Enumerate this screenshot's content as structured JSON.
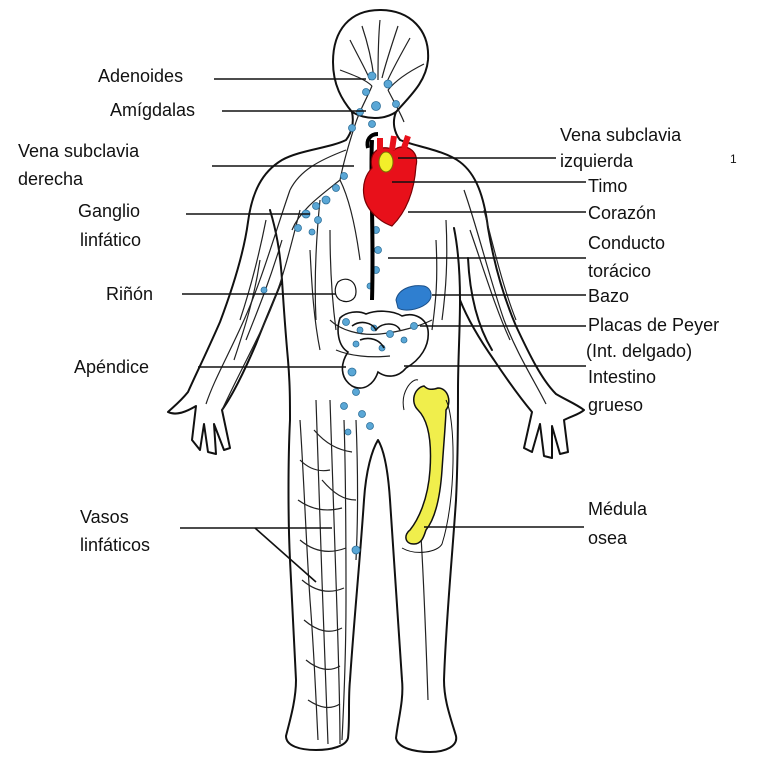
{
  "labels": {
    "adenoides": "Adenoides",
    "amigdalas": "Amígdalas",
    "vena_subclavia_derecha_1": "Vena subclavia",
    "vena_subclavia_derecha_2": "derecha",
    "ganglio_1": "Ganglio",
    "ganglio_2": "linfático",
    "rinon": "Riñón",
    "apendice": "Apéndice",
    "vasos_1": "Vasos",
    "vasos_2": "linfáticos",
    "vena_subclavia_izquierda_1": "Vena subclavia",
    "vena_subclavia_izquierda_2": "izquierda",
    "timo": "Timo",
    "corazon": "Corazón",
    "conducto_1": "Conducto",
    "conducto_2": "torácico",
    "bazo": "Bazo",
    "placas_1": "Placas de Peyer",
    "placas_2": "(Int. delgado)",
    "intestino_1": "Intestino",
    "intestino_2": "grueso",
    "medula_1": "Médula",
    "medula_2": "osea",
    "footnote_mark": "1"
  },
  "colors": {
    "outline": "#111111",
    "lymph_node": "#5aa7d6",
    "heart": "#e8101a",
    "thymus": "#f2ef2a",
    "spleen": "#2f7fd0",
    "bone": "#f0ee4c",
    "thoracic_duct": "#000000"
  }
}
